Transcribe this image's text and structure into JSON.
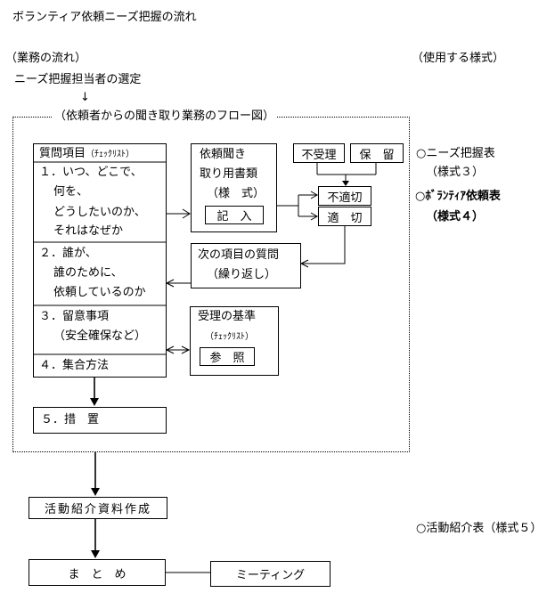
{
  "title": "ボランティア依頼ニーズ把握の流れ",
  "headers": {
    "workflow": "（業務の流れ）",
    "forms": "（使用する様式）"
  },
  "assign_step": "ニーズ把握担当者の選定",
  "small_arrow": "↓",
  "interview_title": "（依頼者からの聞き取り業務のフロー図）",
  "question_box": {
    "header": "質問項目",
    "header_note": "（ﾁｪｯｸﾘｽﾄ）",
    "q1": [
      "１．いつ、どこで、",
      "何を、",
      "どうしたいのか、",
      "それはなぜか"
    ],
    "q2": [
      "２．誰が、",
      "誰のために、",
      "依頼しているのか"
    ],
    "q3": [
      "３．留意事項",
      "（安全確保など）"
    ],
    "q4": "４．集合方法"
  },
  "docs_box": {
    "lines": [
      "依頼聞き",
      "取り用書類",
      "（様　式）"
    ],
    "entry": "記　入"
  },
  "status": {
    "reject": "不受理",
    "hold": "保　留",
    "inappropriate": "不適切",
    "appropriate": "適　切"
  },
  "next_question": [
    "次の項目の質問",
    "（繰り返し）"
  ],
  "acceptance": {
    "title": "受理の基準",
    "note": "（ﾁｪｯｸﾘｽﾄ）",
    "ref": "参　照"
  },
  "measure": "５．措　置",
  "activity": "活動紹介資料作成",
  "summary": "ま　と　め",
  "meeting": "ミーティング",
  "forms": {
    "f1": "○ニーズ把握表",
    "f1_sub": "（様式３）",
    "f2": "○ﾎﾞﾗﾝﾃｨｱ依頼表",
    "f2_sub": "（様式４）",
    "f3": "○活動紹介表（様式５）"
  }
}
